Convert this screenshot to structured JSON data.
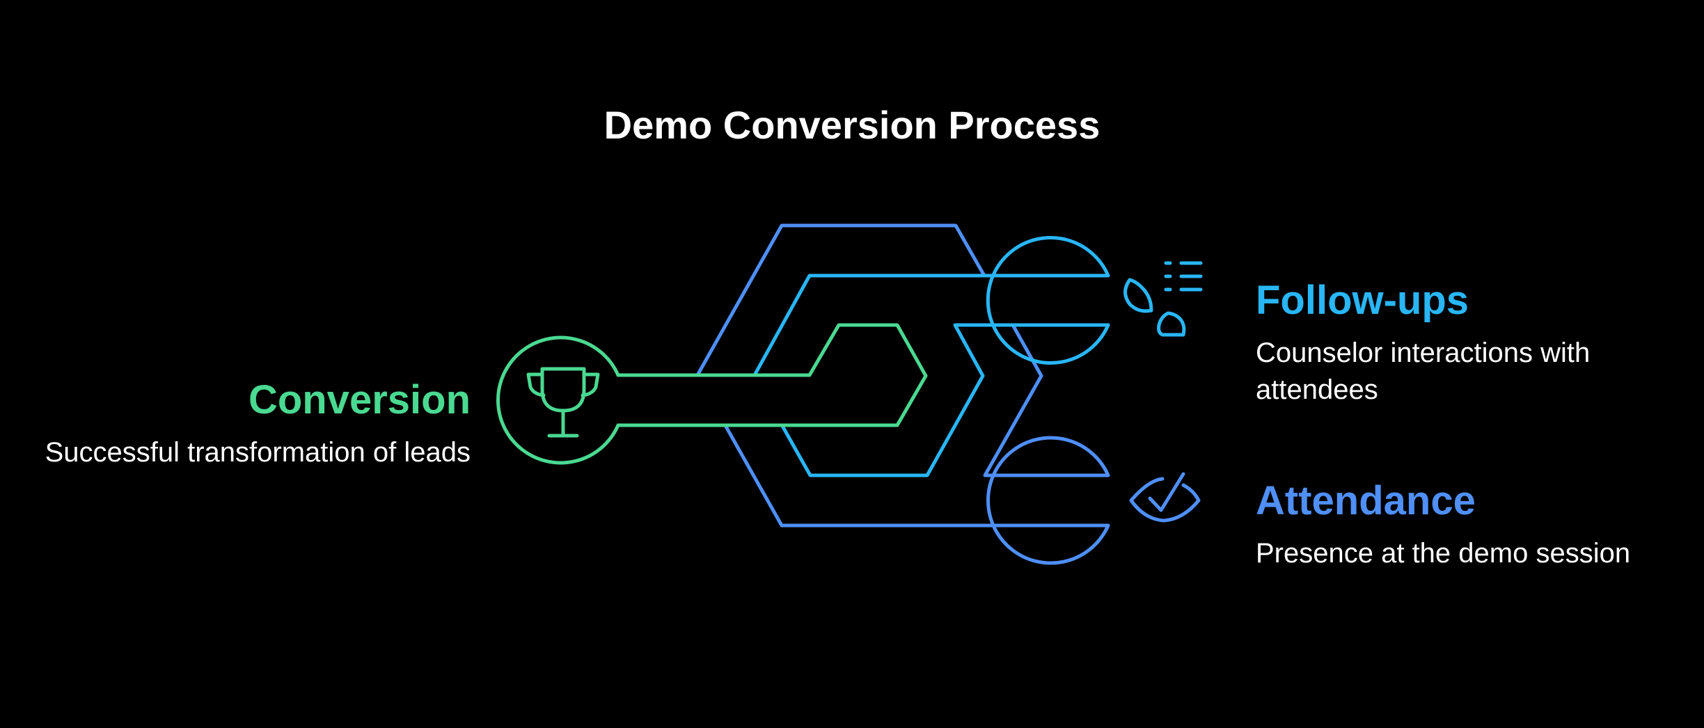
{
  "title": "Demo Conversion Process",
  "colors": {
    "background": "#000000",
    "conversion": "#4ad991",
    "followups": "#29b6f6",
    "attendance": "#4f8ff7",
    "text": "#ffffff"
  },
  "steps": [
    {
      "id": "conversion",
      "title": "Conversion",
      "description": "Successful transformation of leads",
      "icon": "trophy-icon",
      "color": "#4ad991"
    },
    {
      "id": "followups",
      "title": "Follow-ups",
      "description": "Counselor interactions with attendees",
      "icon": "chat-list-icon",
      "color": "#29b6f6"
    },
    {
      "id": "attendance",
      "title": "Attendance",
      "description": "Presence at the demo session",
      "icon": "eye-check-icon",
      "color": "#4f8ff7"
    }
  ]
}
